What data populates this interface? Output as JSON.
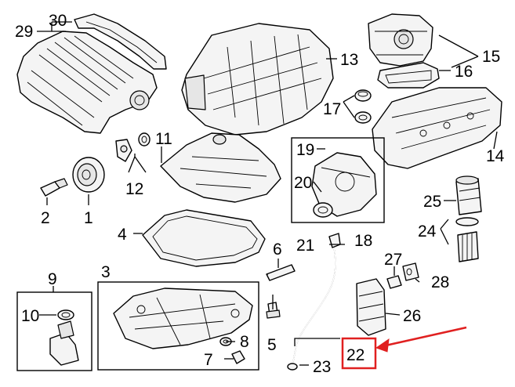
{
  "callouts": {
    "c1": "1",
    "c2": "2",
    "c3": "3",
    "c4": "4",
    "c5": "5",
    "c6": "6",
    "c7": "7",
    "c8": "8",
    "c9": "9",
    "c10": "10",
    "c11": "11",
    "c12": "12",
    "c13": "13",
    "c14": "14",
    "c15": "15",
    "c16": "16",
    "c17": "17",
    "c18": "18",
    "c19": "19",
    "c20": "20",
    "c21": "21",
    "c22": "22",
    "c23": "23",
    "c24": "24",
    "c25": "25",
    "c26": "26",
    "c27": "27",
    "c28": "28",
    "c29": "29",
    "c30": "30"
  },
  "colors": {
    "line": "#000000",
    "highlight": "#e02020",
    "background": "#ffffff"
  },
  "highlighted_callout": "22"
}
